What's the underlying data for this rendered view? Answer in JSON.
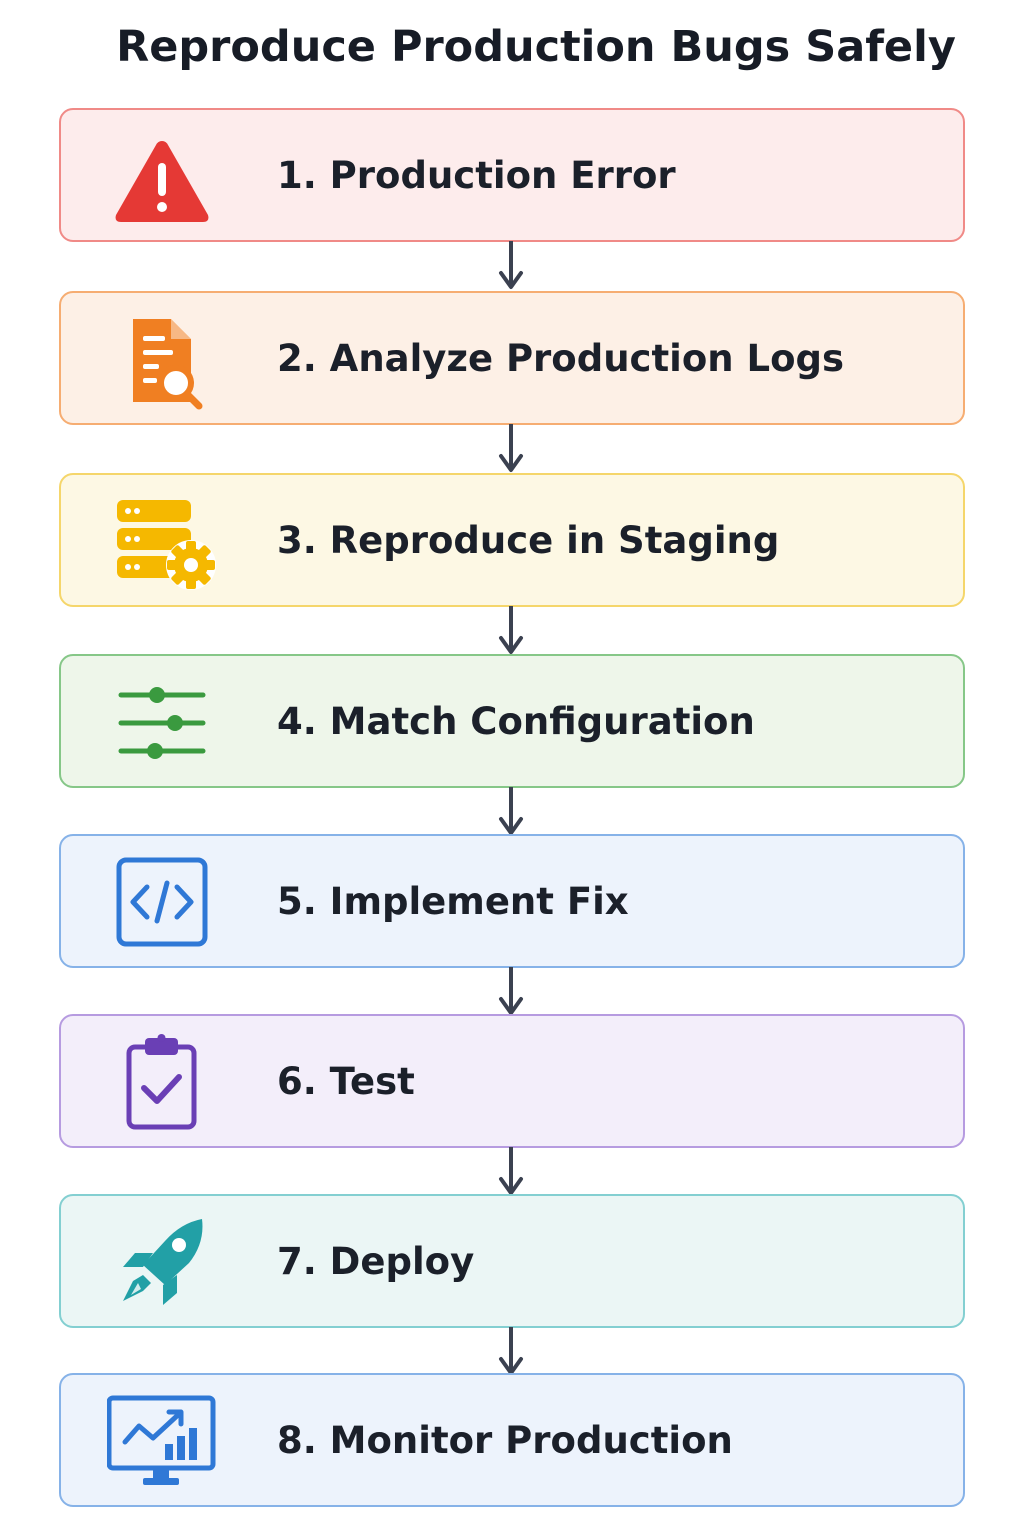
{
  "title": "Reproduce Production Bugs Safely",
  "steps": [
    {
      "label": "1. Production Error",
      "icon": "warning-triangle-icon",
      "color": "#e53935",
      "border": "#f08a87",
      "bg": "#fdecec"
    },
    {
      "label": "2. Analyze Production Logs",
      "icon": "document-search-icon",
      "color": "#f07f22",
      "border": "#f6ad72",
      "bg": "#fdf0e6"
    },
    {
      "label": "3. Reproduce in Staging",
      "icon": "server-gear-icon",
      "color": "#f5b800",
      "border": "#f5d66b",
      "bg": "#fdf8e4"
    },
    {
      "label": "4. Match Configuration",
      "icon": "sliders-icon",
      "color": "#3a9a3f",
      "border": "#86c788",
      "bg": "#eef6ea"
    },
    {
      "label": "5. Implement Fix",
      "icon": "code-icon",
      "color": "#2f78d6",
      "border": "#86b2e8",
      "bg": "#edf3fc"
    },
    {
      "label": "6. Test",
      "icon": "clipboard-check-icon",
      "color": "#6a3fb5",
      "border": "#b69be0",
      "bg": "#f3eefa"
    },
    {
      "label": "7. Deploy",
      "icon": "rocket-icon",
      "color": "#22a0a6",
      "border": "#83cfd1",
      "bg": "#ebf6f5"
    },
    {
      "label": "8. Monitor Production",
      "icon": "monitor-chart-icon",
      "color": "#2f78d6",
      "border": "#86b2e8",
      "bg": "#edf3fc"
    }
  ],
  "arrow_color": "#3b4150"
}
